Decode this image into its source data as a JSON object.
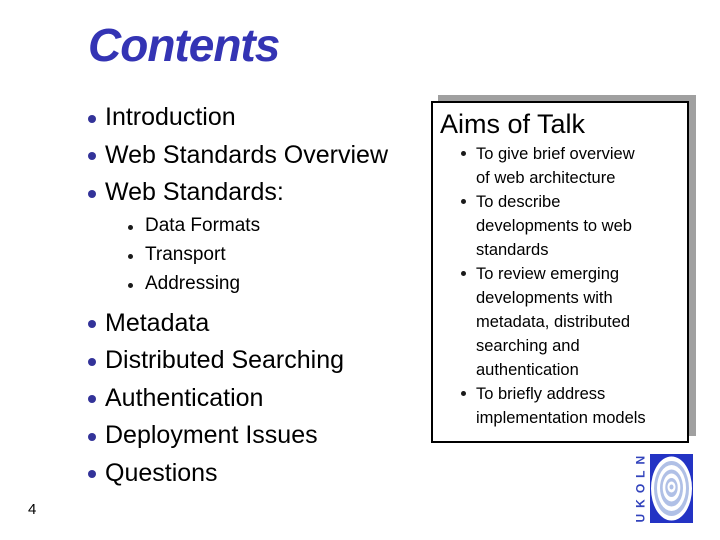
{
  "slide": {
    "title": "Contents",
    "page_number": "4",
    "bullets_group1": [
      "Introduction",
      "Web Standards Overview",
      "Web Standards:"
    ],
    "sub_bullets": [
      "Data Formats",
      "Transport",
      "Addressing"
    ],
    "bullets_group2": [
      "Metadata",
      "Distributed Searching",
      "Authentication",
      "Deployment Issues",
      "Questions"
    ]
  },
  "aims_box": {
    "title": "Aims of Talk",
    "bullets": [
      "To give brief overview\nof web architecture",
      "To describe\ndevelopments to web\nstandards",
      "To review emerging\ndevelopments with\nmetadata, distributed\nsearching and\nauthentication",
      "To briefly address\nimplementation models"
    ]
  },
  "logo": {
    "text": "UKOLN"
  },
  "colors": {
    "title_blue": "#3434b4",
    "bullet_blue": "#333399",
    "logo_blue": "#2333c4",
    "logo_ring_light": "#b0c0e6",
    "shadow_gray": "#a0a0a0"
  }
}
